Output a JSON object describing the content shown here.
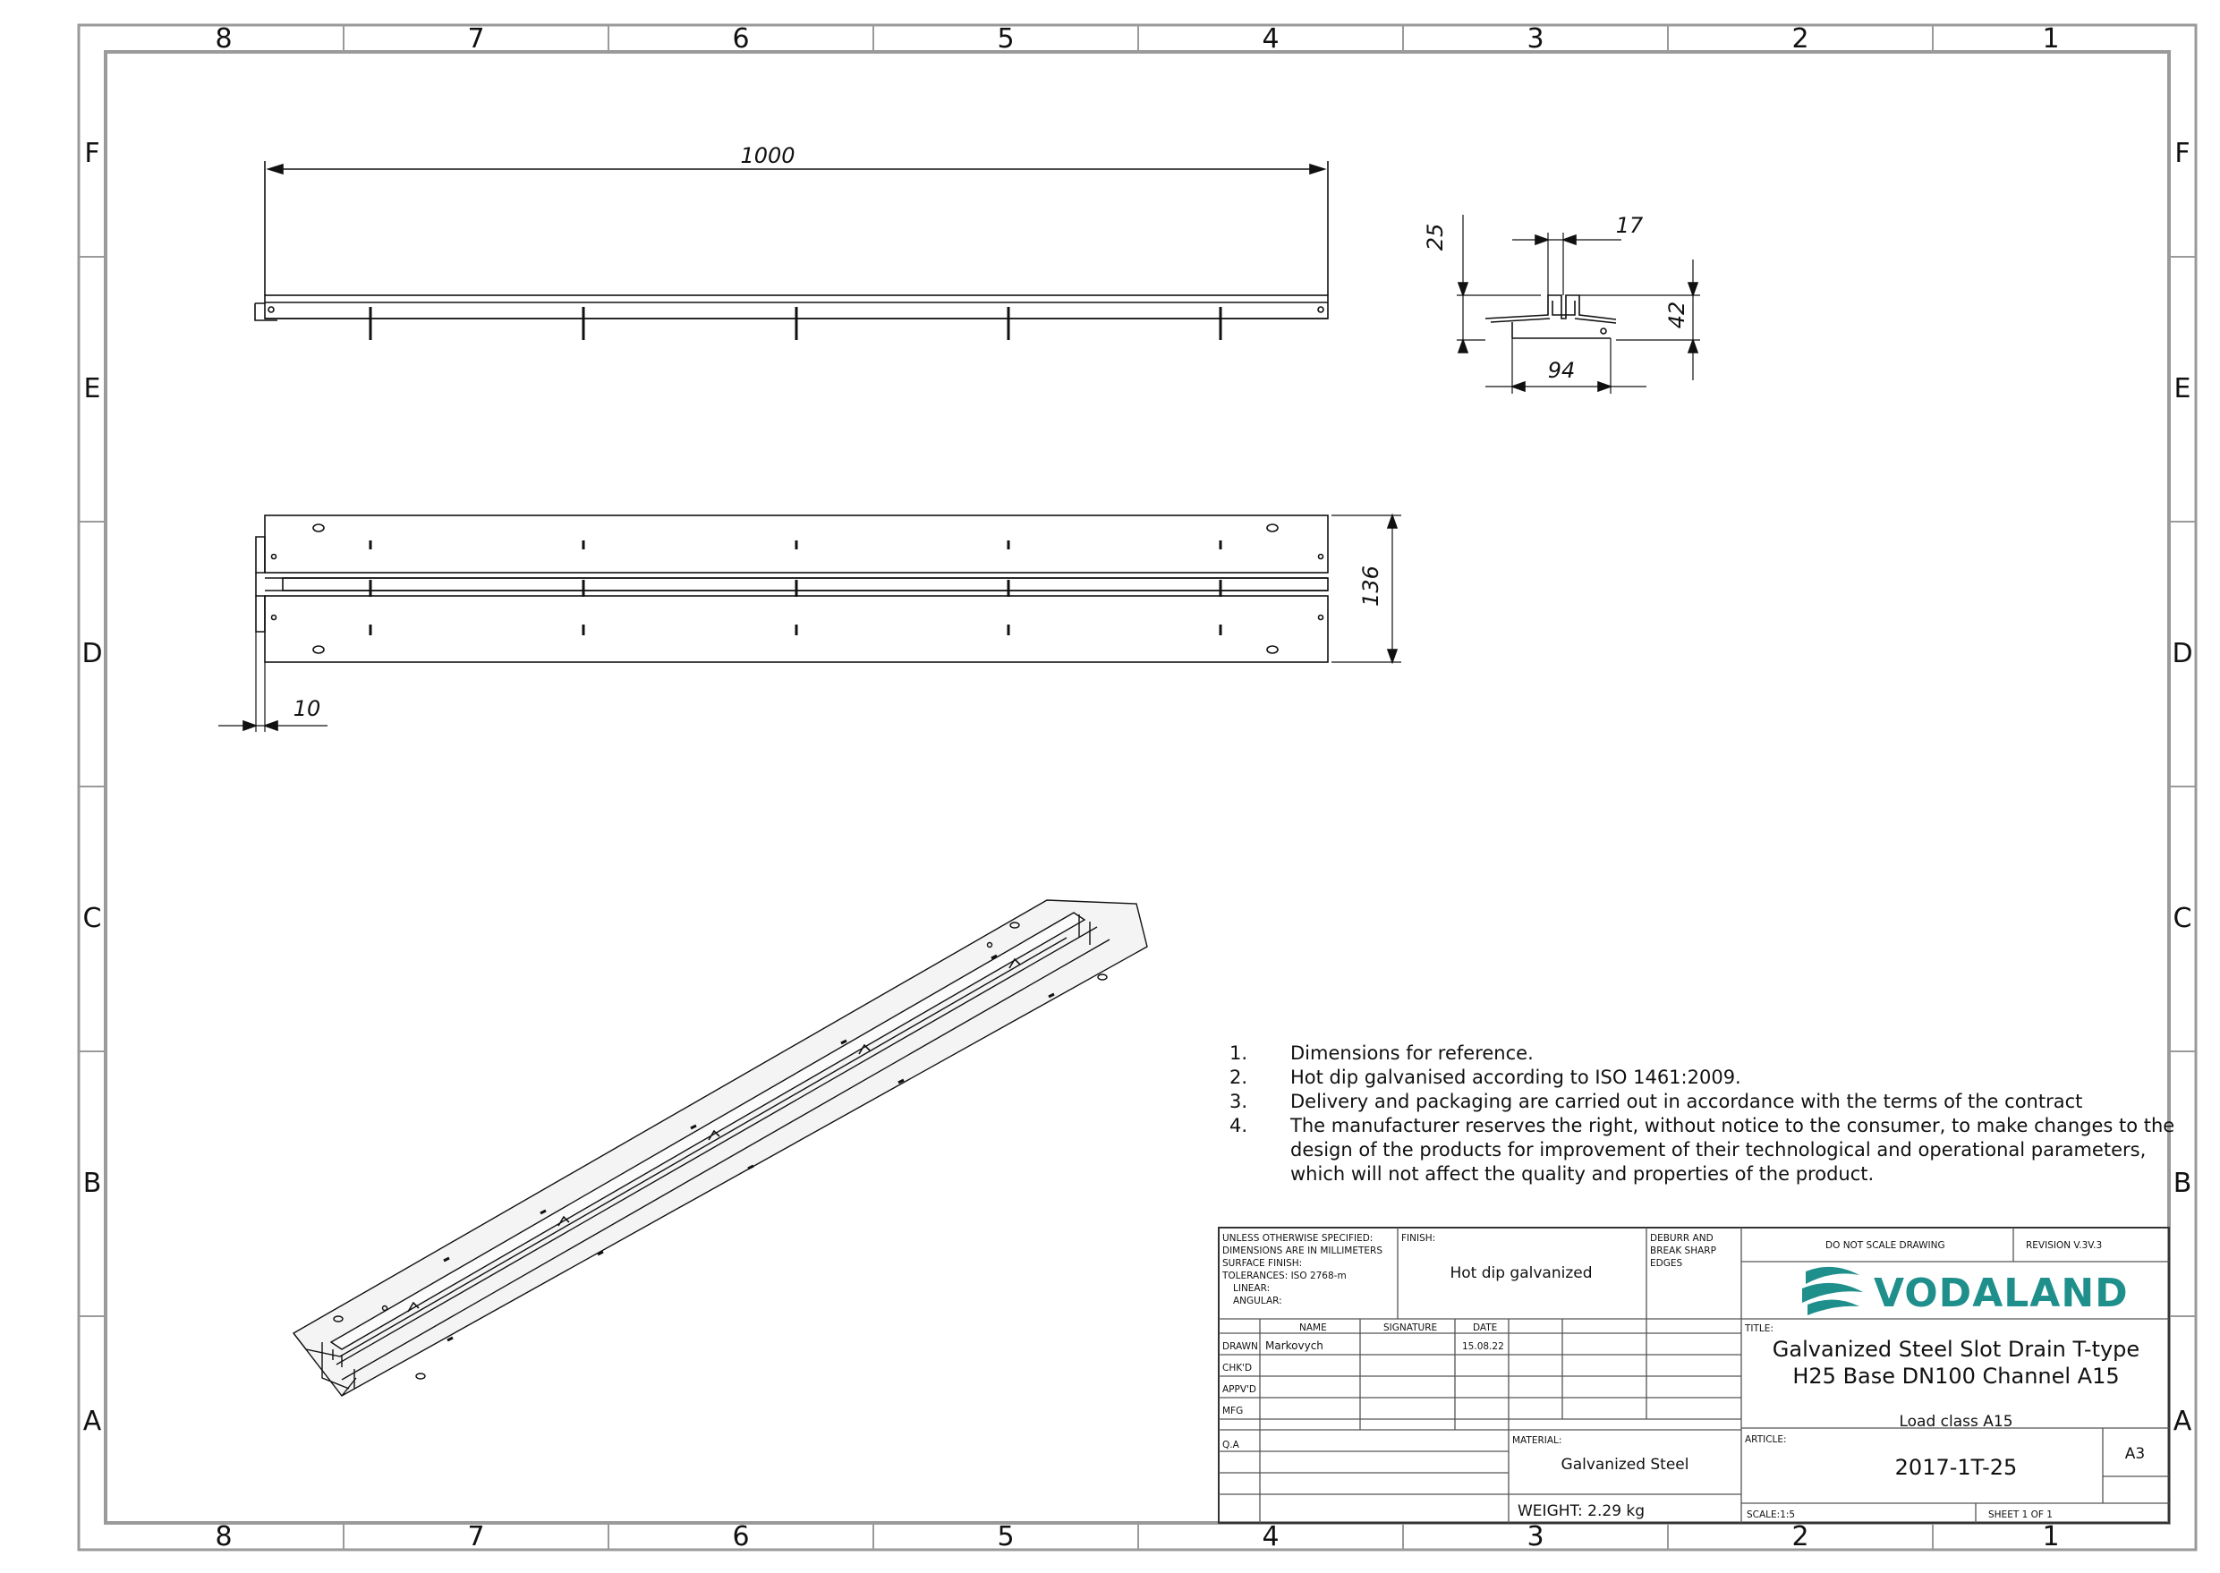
{
  "zones": {
    "columns": [
      "8",
      "7",
      "6",
      "5",
      "4",
      "3",
      "2",
      "1"
    ],
    "rows": [
      "F",
      "E",
      "D",
      "C",
      "B",
      "A"
    ]
  },
  "dimensions": {
    "length": "1000",
    "flange_height": "25",
    "slot_width": "17",
    "height": "42",
    "base_width": "94",
    "total_width": "136",
    "offset": "10"
  },
  "notes": [
    {
      "num": "1.",
      "lines": [
        "Dimensions for reference."
      ]
    },
    {
      "num": "2.",
      "lines": [
        "Hot dip galvanised according to ISO 1461:2009."
      ]
    },
    {
      "num": "3.",
      "lines": [
        "Delivery and packaging are carried out in accordance with the terms of the contract"
      ]
    },
    {
      "num": "4.",
      "lines": [
        "The manufacturer reserves the right, without notice to the consumer, to make changes to the",
        "design of the products for improvement of their technological and operational parameters,",
        "which will not affect the quality and properties of the product."
      ]
    }
  ],
  "title_block": {
    "spec_lines": [
      "UNLESS OTHERWISE SPECIFIED:",
      "DIMENSIONS ARE IN MILLIMETERS",
      "SURFACE FINISH:",
      "TOLERANCES: ISO 2768-m",
      "LINEAR:",
      "ANGULAR:"
    ],
    "finish_label": "FINISH:",
    "finish_value": "Hot dip galvanized",
    "deburr_lines": [
      "DEBURR AND",
      "BREAK SHARP",
      "EDGES"
    ],
    "do_not_scale": "DO NOT SCALE DRAWING",
    "revision": "REVISION V.3V.3",
    "logo_text": "VODALAND",
    "col_name": "NAME",
    "col_signature": "SIGNATURE",
    "col_date": "DATE",
    "rows": [
      {
        "role": "DRAWN",
        "name": "Markovych",
        "date": "15.08.22"
      },
      {
        "role": "CHK'D",
        "name": "",
        "date": ""
      },
      {
        "role": "APPV'D",
        "name": "",
        "date": ""
      },
      {
        "role": "MFG",
        "name": "",
        "date": ""
      },
      {
        "role": "Q.A",
        "name": "",
        "date": ""
      }
    ],
    "title_label": "TITLE:",
    "title_line1": "Galvanized Steel Slot Drain T-type",
    "title_line2": "H25 Base DN100 Channel A15",
    "load_class": "Load class A15",
    "material_label": "MATERIAL:",
    "material_value": "Galvanized Steel",
    "article_label": "ARTICLE:",
    "article_value": "2017-1T-25",
    "size": "A3",
    "weight": "WEIGHT: 2.29 kg",
    "scale": "SCALE:1:5",
    "sheet": "SHEET 1 OF 1"
  },
  "colors": {
    "line": "#111111",
    "frame": "#9a9a9a",
    "logo": "#1f8f8c"
  }
}
